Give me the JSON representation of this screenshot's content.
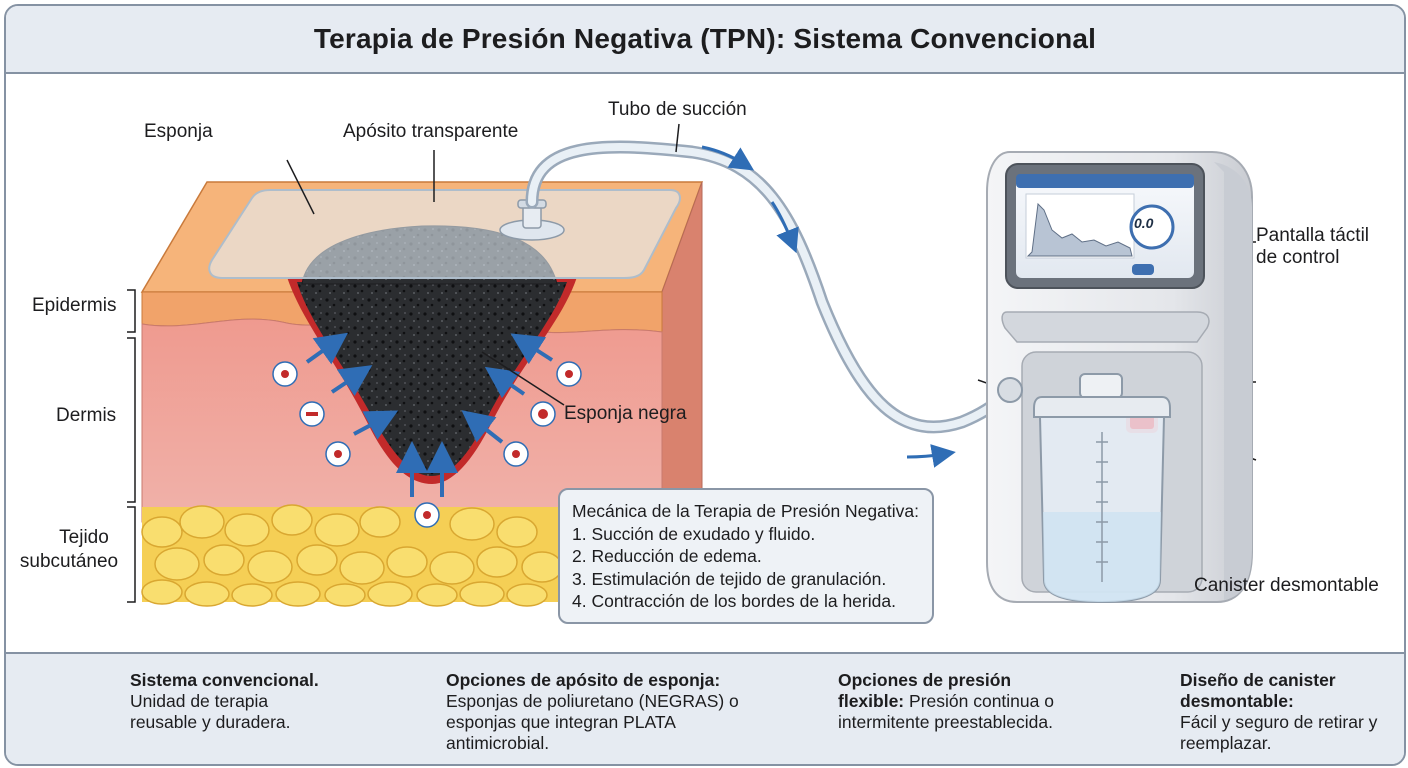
{
  "title": "Terapia de Presión Negativa (TPN): Sistema Convencional",
  "labels": {
    "esponja": "Esponja",
    "aposito": "Apósito transparente",
    "tubo": "Tubo de succión",
    "pantalla_l1": "Pantalla táctil",
    "pantalla_l2": "de control",
    "epidermis": "Epidermis",
    "dermis": "Dermis",
    "tejido_l1": "Tejido",
    "tejido_l2": "subcutáneo",
    "esponja_negra": "Esponja negra",
    "canister": "Canister desmontable",
    "screen_value": "0.0"
  },
  "mechanics": {
    "heading": "Mecánica de la Terapia de Presión Negativa:",
    "items": [
      "1. Succión de exudado y fluido.",
      "2. Reducción de edema.",
      "3. Estimulación de tejido de granulación.",
      "4. Contracción de los bordes de la herida."
    ]
  },
  "features": [
    {
      "title": "Sistema convencional.",
      "body": "Unidad de terapia reusable y duradera.",
      "icon": "recycle-icon"
    },
    {
      "title": "Opciones de apósito de esponja:",
      "body": "Esponjas de poliuretano (NEGRAS) o esponjas que integran PLATA antimicrobial.",
      "icon": "sponge-options-icon"
    },
    {
      "title": "Opciones de presión flexible:",
      "body": "Presión continua o intermitente preestablecida.",
      "icon": "pressure-wave-icon"
    },
    {
      "title": "Diseño de canister desmontable:",
      "body": "Fácil y seguro de retirar y reemplazar.",
      "icon": "person-canister-icon"
    }
  ],
  "colors": {
    "frame": "#8592a3",
    "header_bg": "#e6ebf2",
    "arrow_blue": "#2f6db5",
    "epidermis": "#f1a36a",
    "dermis": "#ec9b95",
    "fat": "#f7d65a",
    "sponge": "#2b2d30",
    "wound_edge": "#c22a2a",
    "indicator_red": "#e8202a"
  }
}
